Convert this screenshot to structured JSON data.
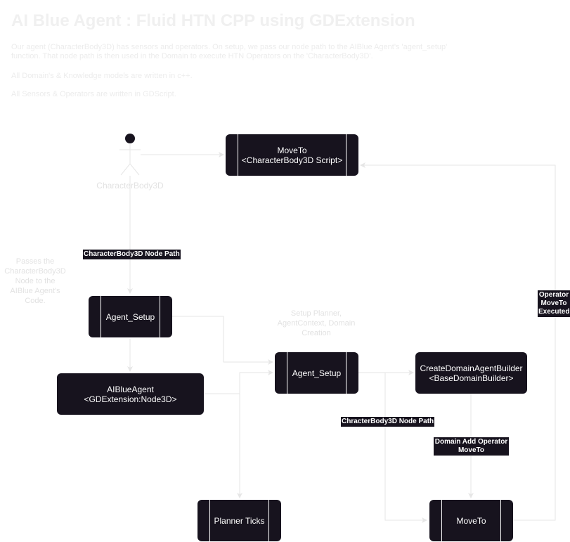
{
  "title": "AI Blue Agent : Fluid HTN CPP using GDExtension",
  "paragraphs": {
    "intro_line1": "Our agent (CharacterBody3D) has sensors and operators. On setup, we pass our node path to the AIBlue Agent's 'agent_setup'",
    "intro_line2": "function. That node path is then used in the Domain to execute HTN Operators on the 'CharacterBody3D'.",
    "cpp_note": "All Domain's & Knowledge models are written in c++.",
    "gdscript_note": "All Sensors & Operators are written in GDScript."
  },
  "actor": {
    "label": "CharacterBody3D"
  },
  "nodes": {
    "moveto_script": "MoveTo\n<CharacterBody3D Script>",
    "agent_setup_left": "Agent_Setup",
    "aiblue_agent": "AIBlueAgent\n<GDExtension:Node3D>",
    "agent_setup_mid": "Agent_Setup",
    "create_domain": "CreateDomainAgentBuilder\n<BaseDomainBuilder>",
    "planner_ticks": "Planner Ticks",
    "moveto_bottom": "MoveTo"
  },
  "edge_labels": {
    "node_path": "CharacterBody3D Node Path",
    "chracter_node_path": "ChracterBody3D Node Path",
    "domain_add_operator": "Domain Add Operator\nMoveTo",
    "operator_executed": "Operator\nMoveTo\nExecuted"
  },
  "notes": {
    "passes_node": "Passes the\nCharacterBody3D\nNode to the\nAIBlue Agent's\nCode.",
    "setup_planner": "Setup Planner,\nAgentContext, Domain\nCreation"
  },
  "colors": {
    "node_fill": "#17131e",
    "node_text": "#ffffff",
    "edge": "#e6e6e6",
    "faded_text": "#ececec"
  }
}
